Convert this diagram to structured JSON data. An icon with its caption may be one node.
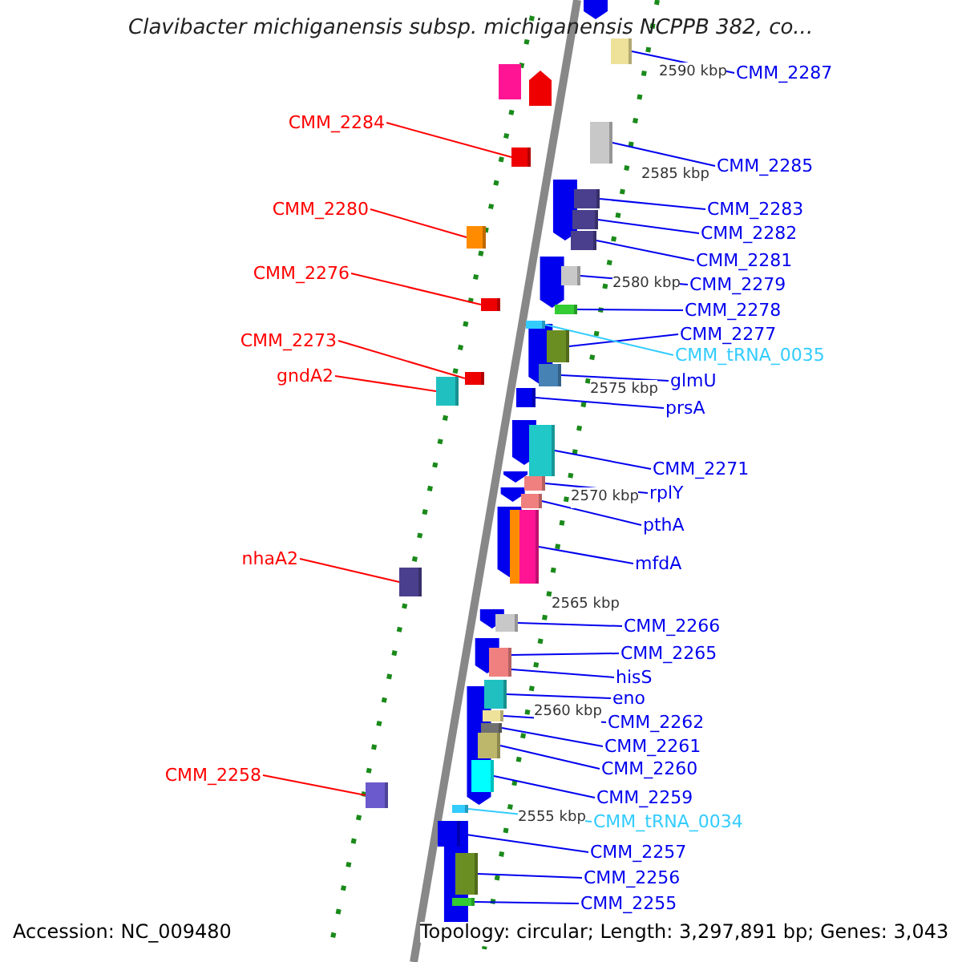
{
  "diagram": {
    "title": "Clavibacter michiganensis subsp. michiganensis NCPPB 382, co...",
    "nodes": [
      {
        "text": [
          "CMM_2287"
        ]
      },
      {
        "text": [],
        "shape": "bar"
      },
      {
        "text": [
          "CMM_2284"
        ]
      },
      {
        "text": [],
        "shape": "bar"
      },
      {
        "text": [
          "CMM_2285"
        ]
      },
      {
        "text": [],
        "shape": "bar"
      },
      {
        "text": [
          "CMM_2283"
        ]
      },
      {
        "text": [],
        "shape": "bar"
      },
      {
        "text": [
          "CMM_2280"
        ]
      },
      {
        "text": [],
        "shape": "bar"
      },
      {
        "text": [
          "CMM_2282"
        ]
      },
      {
        "text": [],
        "shape": "bar"
      },
      {
        "text": [
          "CMM_2281"
        ]
      },
      {
        "text": [],
        "shape": "bar"
      },
      {
        "text": [
          "CMM_2276"
        ]
      },
      {
        "text": [],
        "shape": "bar"
      },
      {
        "text": [
          "CMM_2279"
        ]
      },
      {
        "text": [],
        "shape": "bar"
      },
      {
        "text": [
          "CMM_2278"
        ]
      },
      {
        "text": [],
        "shape": "bar"
      },
      {
        "text": [
          "CMM_2277"
        ]
      },
      {
        "text": [],
        "shape": "bar"
      },
      {
        "text": [
          "CMM_2273"
        ]
      },
      {
        "text": [],
        "shape": "bar"
      },
      {
        "text": [
          "CMM_tRNA_0035"
        ]
      },
      {
        "text": [],
        "shape": "bar"
      },
      {
        "text": [
          "gndA2"
        ]
      },
      {
        "text": [],
        "shape": "bar"
      },
      {
        "text": [
          "glmU"
        ]
      },
      {
        "text": [],
        "shape": "bar"
      },
      {
        "text": [
          "prsA"
        ]
      },
      {
        "text": [],
        "shape": "bar"
      },
      {
        "text": [
          "CMM_2271"
        ]
      },
      {
        "text": [],
        "shape": "bar"
      },
      {
        "text": [
          "rplY"
        ]
      },
      {
        "text": [],
        "shape": "bar"
      },
      {
        "text": [
          "pthA"
        ]
      },
      {
        "text": [],
        "shape": "bar"
      },
      {
        "text": [
          "nhaA2"
        ]
      },
      {
        "text": [],
        "shape": "bar"
      },
      {
        "text": [
          "mfdA"
        ]
      },
      {
        "text": [],
        "shape": "bar"
      },
      {
        "text": [
          "CMM_2266"
        ]
      },
      {
        "text": [],
        "shape": "bar"
      },
      {
        "text": [
          "CMM_2265"
        ]
      },
      {
        "text": [],
        "shape": "bar"
      },
      {
        "text": [
          "hisS"
        ]
      },
      {
        "text": [],
        "shape": "bar"
      },
      {
        "text": [
          "eno"
        ]
      },
      {
        "text": [],
        "shape": "bar"
      },
      {
        "text": [
          "CMM_2262"
        ]
      },
      {
        "text": [],
        "shape": "bar"
      },
      {
        "text": [
          "CMM_2261"
        ]
      },
      {
        "text": [],
        "shape": "bar"
      },
      {
        "text": [
          "CMM_2260"
        ]
      },
      {
        "text": [],
        "shape": "bar"
      },
      {
        "text": [
          "CMM_2258"
        ]
      },
      {
        "text": [],
        "shape": "bar"
      },
      {
        "text": [
          "CMM_2259"
        ]
      },
      {
        "text": [],
        "shape": "bar"
      },
      {
        "text": [
          "CMM_tRNA_0034"
        ]
      },
      {
        "text": [],
        "shape": "bar"
      },
      {
        "text": [
          "CMM_2257"
        ]
      },
      {
        "text": [],
        "shape": "bar"
      },
      {
        "text": [
          "CMM_2256"
        ]
      },
      {
        "text": [],
        "shape": "bar"
      },
      {
        "text": [
          "CMM_2255"
        ]
      },
      {
        "text": [],
        "shape": "bar"
      }
    ],
    "edges": [
      {
        "from": 0,
        "to": 1,
        "arrow": "none"
      },
      {
        "from": 2,
        "to": 3,
        "arrow": "none",
        "color": "#ff0000"
      },
      {
        "from": 4,
        "to": 5,
        "arrow": "none"
      },
      {
        "from": 6,
        "to": 7,
        "arrow": "none"
      },
      {
        "from": 8,
        "to": 9,
        "arrow": "none",
        "color": "#ff0000"
      },
      {
        "from": 10,
        "to": 11,
        "arrow": "none"
      },
      {
        "from": 12,
        "to": 13,
        "arrow": "none"
      },
      {
        "from": 14,
        "to": 15,
        "arrow": "none",
        "color": "#ff0000"
      },
      {
        "from": 16,
        "to": 17,
        "arrow": "none"
      },
      {
        "from": 18,
        "to": 19,
        "arrow": "none"
      },
      {
        "from": 20,
        "to": 21,
        "arrow": "none"
      },
      {
        "from": 22,
        "to": 23,
        "arrow": "none",
        "color": "#ff0000"
      },
      {
        "from": 24,
        "to": 25,
        "arrow": "none",
        "color": "#33ccff"
      },
      {
        "from": 26,
        "to": 27,
        "arrow": "none",
        "color": "#ff0000"
      },
      {
        "from": 28,
        "to": 29,
        "arrow": "none"
      },
      {
        "from": 30,
        "to": 31,
        "arrow": "none"
      },
      {
        "from": 32,
        "to": 33,
        "arrow": "none"
      },
      {
        "from": 34,
        "to": 35,
        "arrow": "none"
      },
      {
        "from": 36,
        "to": 37,
        "arrow": "none"
      },
      {
        "from": 38,
        "to": 39,
        "arrow": "none",
        "color": "#ff0000"
      },
      {
        "from": 40,
        "to": 41,
        "arrow": "none"
      },
      {
        "from": 42,
        "to": 43,
        "arrow": "none"
      },
      {
        "from": 44,
        "to": 45,
        "arrow": "none"
      },
      {
        "from": 46,
        "to": 47,
        "arrow": "none"
      },
      {
        "from": 48,
        "to": 49,
        "arrow": "none"
      },
      {
        "from": 50,
        "to": 51,
        "arrow": "none"
      },
      {
        "from": 52,
        "to": 53,
        "arrow": "none"
      },
      {
        "from": 54,
        "to": 55,
        "arrow": "none"
      },
      {
        "from": 56,
        "to": 57,
        "arrow": "none",
        "color": "#ff0000"
      },
      {
        "from": 58,
        "to": 59,
        "arrow": "none"
      },
      {
        "from": 60,
        "to": 61,
        "arrow": "none",
        "color": "#33ccff"
      },
      {
        "from": 62,
        "to": 63,
        "arrow": "none"
      },
      {
        "from": 64,
        "to": 65,
        "arrow": "none"
      },
      {
        "from": 66,
        "to": 67,
        "arrow": "none"
      }
    ],
    "labels": [
      "2590 kbp",
      "2585 kbp",
      "2580 kbp",
      "2575 kbp",
      "2570 kbp",
      "2565 kbp",
      "2560 kbp",
      "2555 kbp",
      "Accession: NC_009480",
      "Topology: circular; Length: 3,297,891 bp; Genes: 3,043"
    ]
  }
}
